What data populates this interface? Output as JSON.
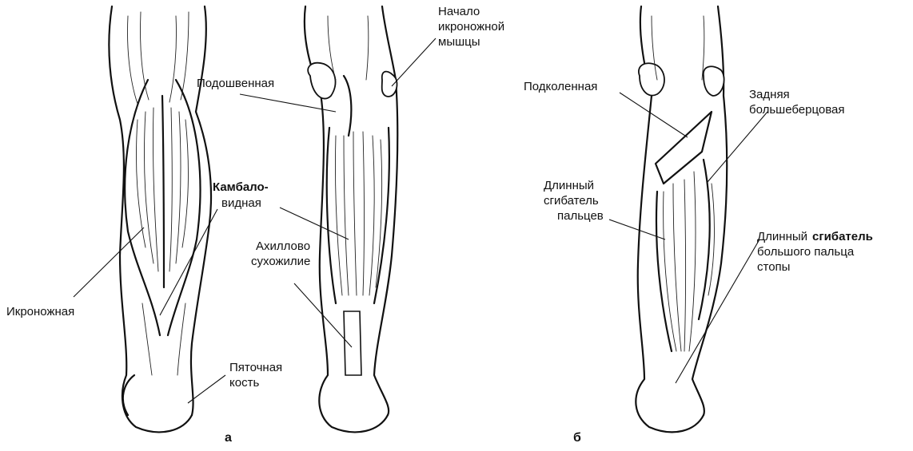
{
  "labels": {
    "ikronozhnaya": "Икроножная",
    "pyatochnaya_kost_1": "Пяточная",
    "pyatochnaya_kost_2": "кость",
    "podoshvennaya": "Подошвенная",
    "nachalo_1": "Начало",
    "nachalo_2": "икроножной",
    "nachalo_3": "мышцы",
    "kambalo_1": "Камбало-",
    "kambalo_2": "видная",
    "ahillovo_1": "Ахиллово",
    "ahillovo_2": "сухожилие",
    "podkolennaya": "Подколенная",
    "zadnyaya_1": "Задняя",
    "zadnyaya_2": "большеберцовая",
    "dlinny_sgibatel_paltsev_1": "Длинный",
    "dlinny_sgibatel_paltsev_2": "сгибатель",
    "dlinny_sgibatel_paltsev_3": "пальцев",
    "dlinny_sgibatel_big_1a": "Длинный",
    "dlinny_sgibatel_big_1b": "сгибатель",
    "dlinny_sgibatel_big_2": "большого пальца",
    "dlinny_sgibatel_big_3": "стопы"
  },
  "panels": {
    "a": "а",
    "b": "б"
  }
}
